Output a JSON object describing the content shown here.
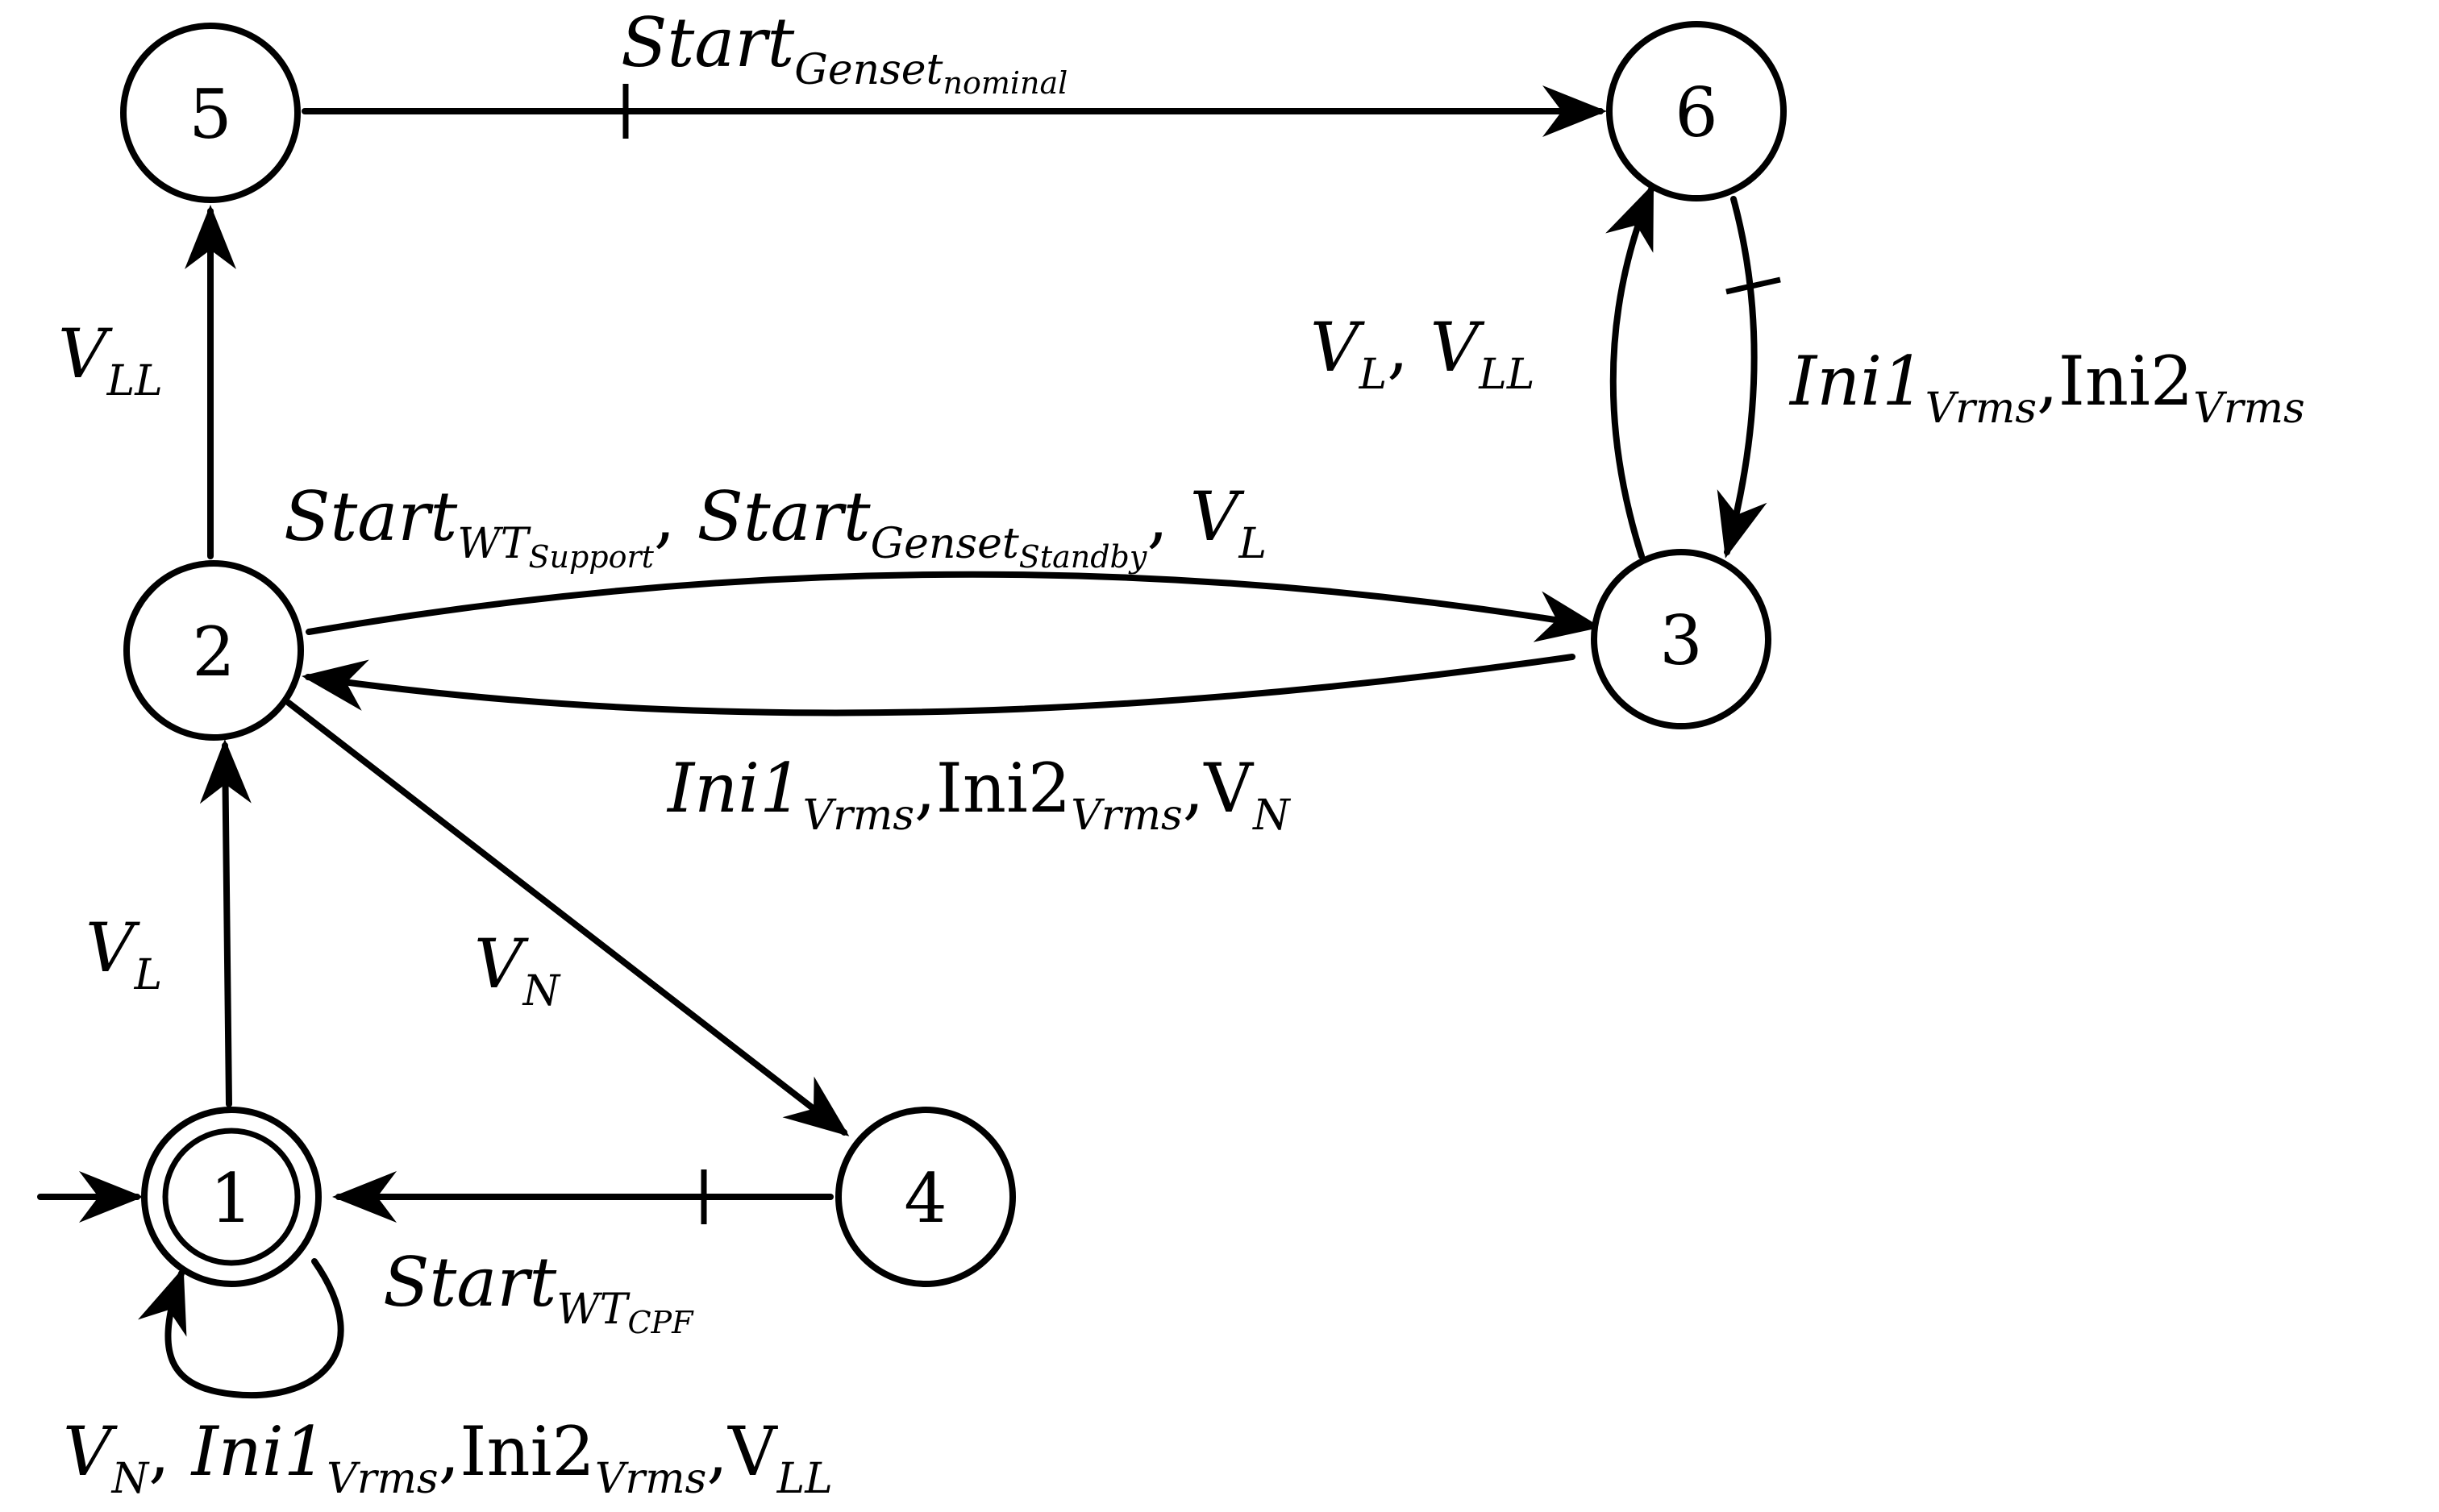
{
  "states": [
    {
      "id": "1",
      "label": "1",
      "initial": true,
      "accepting": true
    },
    {
      "id": "2",
      "label": "2"
    },
    {
      "id": "3",
      "label": "3"
    },
    {
      "id": "4",
      "label": "4"
    },
    {
      "id": "5",
      "label": "5"
    },
    {
      "id": "6",
      "label": "6"
    }
  ],
  "transitions": {
    "t_5_6": {
      "from": "5",
      "to": "6",
      "controllable": true,
      "main": "Start",
      "sub": "Genset",
      "subsub": "nominal"
    },
    "t_6_3": {
      "from": "6",
      "to": "3",
      "controllable": true,
      "e1_main": "Ini1",
      "e1_sub": "Vrms",
      "sep": ",",
      "e2_main": "Ini2",
      "e2_sub": "Vrms"
    },
    "t_3_6": {
      "from": "3",
      "to": "6",
      "e1_main": "V",
      "e1_sub": "L",
      "sep": ", ",
      "e2_main": "V",
      "e2_sub": "LL"
    },
    "t_2_5": {
      "from": "2",
      "to": "5",
      "main": "V",
      "sub": "LL"
    },
    "t_2_3": {
      "from": "2",
      "to": "3",
      "e1_main": "Start",
      "e1_sub": "WT",
      "e1_subsub": "Support",
      "sep1": ", ",
      "e2_main": "Start",
      "e2_sub": "Genset",
      "e2_subsub": "Standby",
      "sep2": ", ",
      "e3_main": "V",
      "e3_sub": "L"
    },
    "t_3_2": {
      "from": "3",
      "to": "2",
      "e1_main": "Ini1",
      "e1_sub": "Vrms",
      "sep1": ",",
      "e2_main": "Ini2",
      "e2_sub": "Vrms",
      "sep2": ",",
      "e3_main": "V",
      "e3_sub": "N"
    },
    "t_1_2": {
      "from": "1",
      "to": "2",
      "main": "V",
      "sub": "L"
    },
    "t_2_4": {
      "from": "2",
      "to": "4",
      "main": "V",
      "sub": "N"
    },
    "t_4_1": {
      "from": "4",
      "to": "1",
      "controllable": true,
      "main": "Start",
      "sub": "WT",
      "subsub": "CPF"
    },
    "t_1_1": {
      "from": "1",
      "to": "1",
      "e1_main": "V",
      "e1_sub": "N",
      "sep1": ", ",
      "e2_main": "Ini1",
      "e2_sub": "Vrms",
      "sep2": ",",
      "e3_main": "Ini2",
      "e3_sub": "Vrms",
      "sep3": ",",
      "e4_main": "V",
      "e4_sub": "LL"
    }
  }
}
